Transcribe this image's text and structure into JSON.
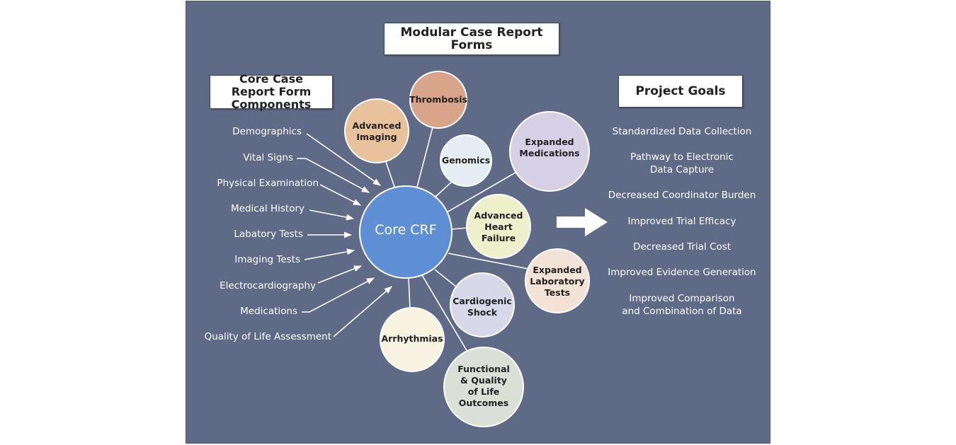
{
  "title": "Modular Case Report Forms",
  "core_heading": "Core Case Report Form Components",
  "goals_heading": "Project Goals",
  "center": "Core CRF",
  "components": [
    "Demographics",
    "Vital Signs",
    "Physical Examination",
    "Medical History",
    "Labatory Tests",
    "Imaging Tests",
    "Electrocardiography",
    "Medications",
    "Quality of Life Assessment"
  ],
  "modules": [
    {
      "label": "Thrombosis",
      "color": "#d9a58a"
    },
    {
      "label": "Advanced Imaging",
      "color": "#e7c29c"
    },
    {
      "label": "Genomics",
      "color": "#e4edf2"
    },
    {
      "label": "Expanded Medications",
      "color": "#d6d0e6"
    },
    {
      "label": "Advanced Heart Failure",
      "color": "#eef0cc"
    },
    {
      "label": "Expanded Laboratory Tests",
      "color": "#f3e3d6"
    },
    {
      "label": "Cardiogenic Shock",
      "color": "#d8d9e8"
    },
    {
      "label": "Arrhythmias",
      "color": "#f7f3e0"
    },
    {
      "label": "Functional & Quality of Life Outcomes",
      "color": "#dbe0d6"
    }
  ],
  "goals": [
    "Standardized Data Collection",
    "Pathway to Electronic Data Capture",
    "Decreased Coordinator Burden",
    "Improved Trial Efficacy",
    "Decreased Trial Cost",
    "Improved Evidence Generation",
    "Improved Comparison and Combination of Data"
  ],
  "colors": {
    "background": "#5e6a86",
    "core": "#5e8fd4",
    "text": "#ffffff"
  }
}
